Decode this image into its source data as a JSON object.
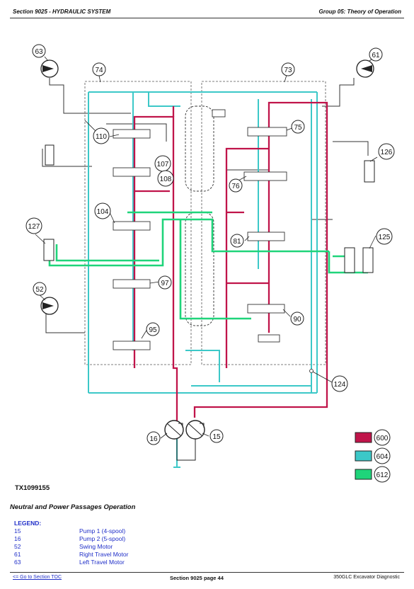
{
  "header": {
    "section": "Section 9025 - HYDRAULIC SYSTEM",
    "group": "Group 05: Theory of Operation"
  },
  "diagram": {
    "callouts": {
      "c63": "63",
      "c61": "61",
      "c74": "74",
      "c73": "73",
      "c110": "110",
      "c75": "75",
      "c126": "126",
      "c107": "107",
      "c108": "108",
      "c76": "76",
      "c104": "104",
      "c127": "127",
      "c125": "125",
      "c81": "81",
      "c97": "97",
      "c52": "52",
      "c90": "90",
      "c95": "95",
      "c124": "124",
      "c16": "16",
      "c15": "15",
      "c600": "600",
      "c604": "604",
      "c612": "612"
    },
    "colors": {
      "red": "#c0144a",
      "cyan": "#3cc8c8",
      "green": "#1fd47a",
      "black": "#222222"
    }
  },
  "figure_id": "TX1099155",
  "caption": "Neutral and Power Passages Operation",
  "legend": {
    "title": "LEGEND:",
    "items": [
      {
        "num": "15",
        "desc": "Pump 1 (4-spool)"
      },
      {
        "num": "16",
        "desc": "Pump 2 (5-spool)"
      },
      {
        "num": "52",
        "desc": "Swing Motor"
      },
      {
        "num": "61",
        "desc": "Right Travel Motor"
      },
      {
        "num": "63",
        "desc": "Left Travel Motor"
      }
    ]
  },
  "footer": {
    "toc_link": "<= Go to Section TOC",
    "page": "Section 9025 page 44",
    "doc": "350GLC Excavator Diagnostic"
  }
}
